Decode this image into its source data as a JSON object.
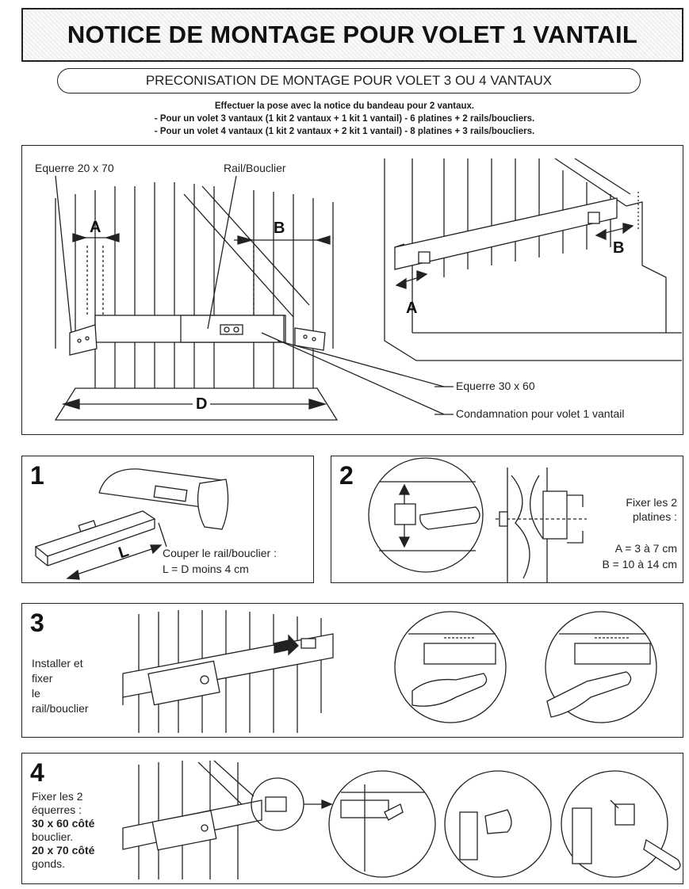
{
  "header": {
    "title": "NOTICE DE MONTAGE POUR VOLET 1 VANTAIL",
    "subtitle": "PRECONISATION DE MONTAGE POUR VOLET 3 OU 4 VANTAUX",
    "intro": [
      "Effectuer la pose avec la notice du bandeau pour 2 vantaux.",
      "- Pour un volet 3 vantaux (1 kit 2 vantaux + 1 kit 1 vantail) - 6 platines + 2 rails/boucliers.",
      "- Pour un volet 4 vantaux (1 kit 2 vantaux + 2 kit 1 vantail) - 8 platines + 3 rails/boucliers."
    ]
  },
  "overview": {
    "label_equerre_20": "Equerre 20 x 70",
    "label_rail": "Rail/Bouclier",
    "dim_a": "A",
    "dim_b": "B",
    "dim_d": "D",
    "label_equerre_30": "Equerre 30 x 60",
    "label_condamnation": "Condamnation pour volet 1 vantail"
  },
  "steps": [
    {
      "number": "1",
      "text_line1": "Couper le rail/bouclier :",
      "text_line2": "L = D moins 4 cm",
      "dim_l": "L"
    },
    {
      "number": "2",
      "text_line1": "Fixer les 2",
      "text_line2": "platines :",
      "value_a": "A = 3 à 7 cm",
      "value_b": "B = 10 à 14 cm"
    },
    {
      "number": "3",
      "text_lines": [
        "Installer et",
        "fixer",
        "le",
        "rail/bouclier"
      ]
    },
    {
      "number": "4",
      "text_lines": [
        "Fixer les 2",
        "équerres :",
        "30 x 60 côté",
        "bouclier.",
        "20 x 70 côté",
        "gonds."
      ]
    }
  ]
}
